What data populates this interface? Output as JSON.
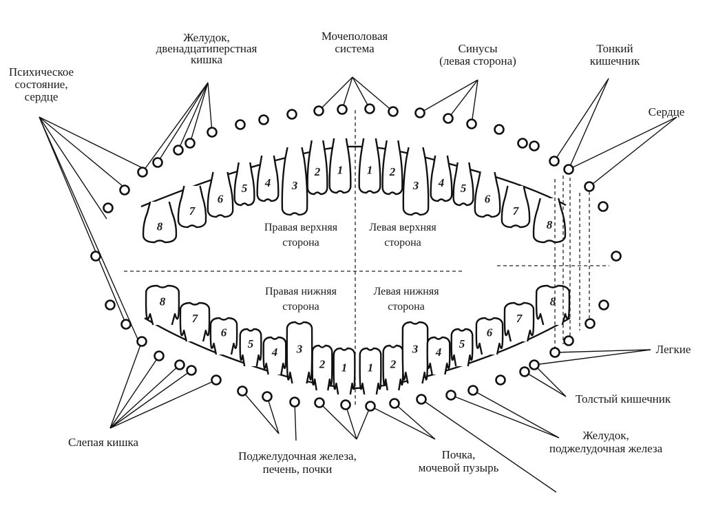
{
  "labels": {
    "psych": [
      "Психическое",
      "состояние,",
      "сердце"
    ],
    "stomach_duodenum": [
      "Желудок,",
      "двенадцатиперстная",
      "кишка"
    ],
    "urogenital": [
      "Мочеполовая",
      "система"
    ],
    "sinuses": [
      "Синусы",
      "(левая сторона)"
    ],
    "small_intestine": [
      "Тонкий",
      "кишечник"
    ],
    "heart": [
      "Сердце"
    ],
    "lungs": [
      "Легкие"
    ],
    "large_intestine": [
      "Толстый кишечник"
    ],
    "stomach_pancreas": [
      "Желудок,",
      "поджелудочная железа"
    ],
    "kidney_bladder": [
      "Почка,",
      "мочевой пузырь"
    ],
    "pancreas_liver_kidneys": [
      "Поджелудочная железа,",
      "печень, почки"
    ],
    "cecum": [
      "Слепая кишка"
    ]
  },
  "quadrants": {
    "upper_right": [
      "Правая верхняя",
      "сторона"
    ],
    "upper_left": [
      "Левая верхняя",
      "сторона"
    ],
    "lower_right": [
      "Правая нижняя",
      "сторона"
    ],
    "lower_left": [
      "Левая нижняя",
      "сторона"
    ]
  },
  "tooth_numbers": {
    "upper_right": [
      "8",
      "7",
      "6",
      "5",
      "4",
      "3",
      "2",
      "1"
    ],
    "upper_left": [
      "1",
      "2",
      "3",
      "4",
      "5",
      "6",
      "7",
      "8"
    ],
    "lower_right": [
      "8",
      "7",
      "6",
      "5",
      "4",
      "3",
      "2",
      "1"
    ],
    "lower_left": [
      "1",
      "2",
      "3",
      "4",
      "5",
      "6",
      "7",
      "8"
    ]
  }
}
